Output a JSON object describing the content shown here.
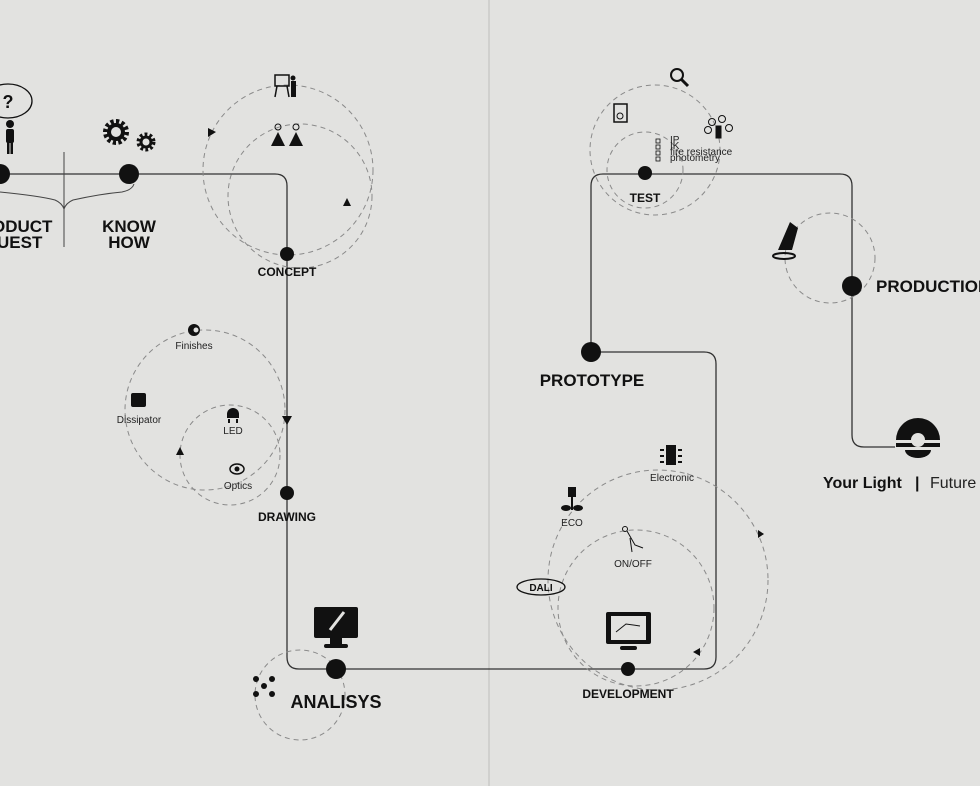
{
  "stages": {
    "product_request": "ODUCT",
    "product_request_2": "UEST",
    "know_how_1": "KNOW",
    "know_how_2": "HOW",
    "concept": "CONCEPT",
    "drawing": "DRAWING",
    "analysis": "ANALISYS",
    "development": "DEVELOPMENT",
    "prototype": "PROTOTYPE",
    "test": "TEST",
    "production": "PRODUCTION"
  },
  "drawing_items": [
    "Finishes",
    "Dissipator",
    "LED",
    "Optics"
  ],
  "development_items": [
    "Electronic",
    "ECO",
    "ON/OFF",
    "DALI"
  ],
  "test_checklist": [
    "IP",
    "IK",
    "fire resistance",
    "photometry"
  ],
  "brand": {
    "name": "Your Light",
    "separator": "|",
    "tagline": "Future"
  },
  "question_mark": "?",
  "colors": {
    "background": "#e2e2e0",
    "ink": "#111111"
  }
}
